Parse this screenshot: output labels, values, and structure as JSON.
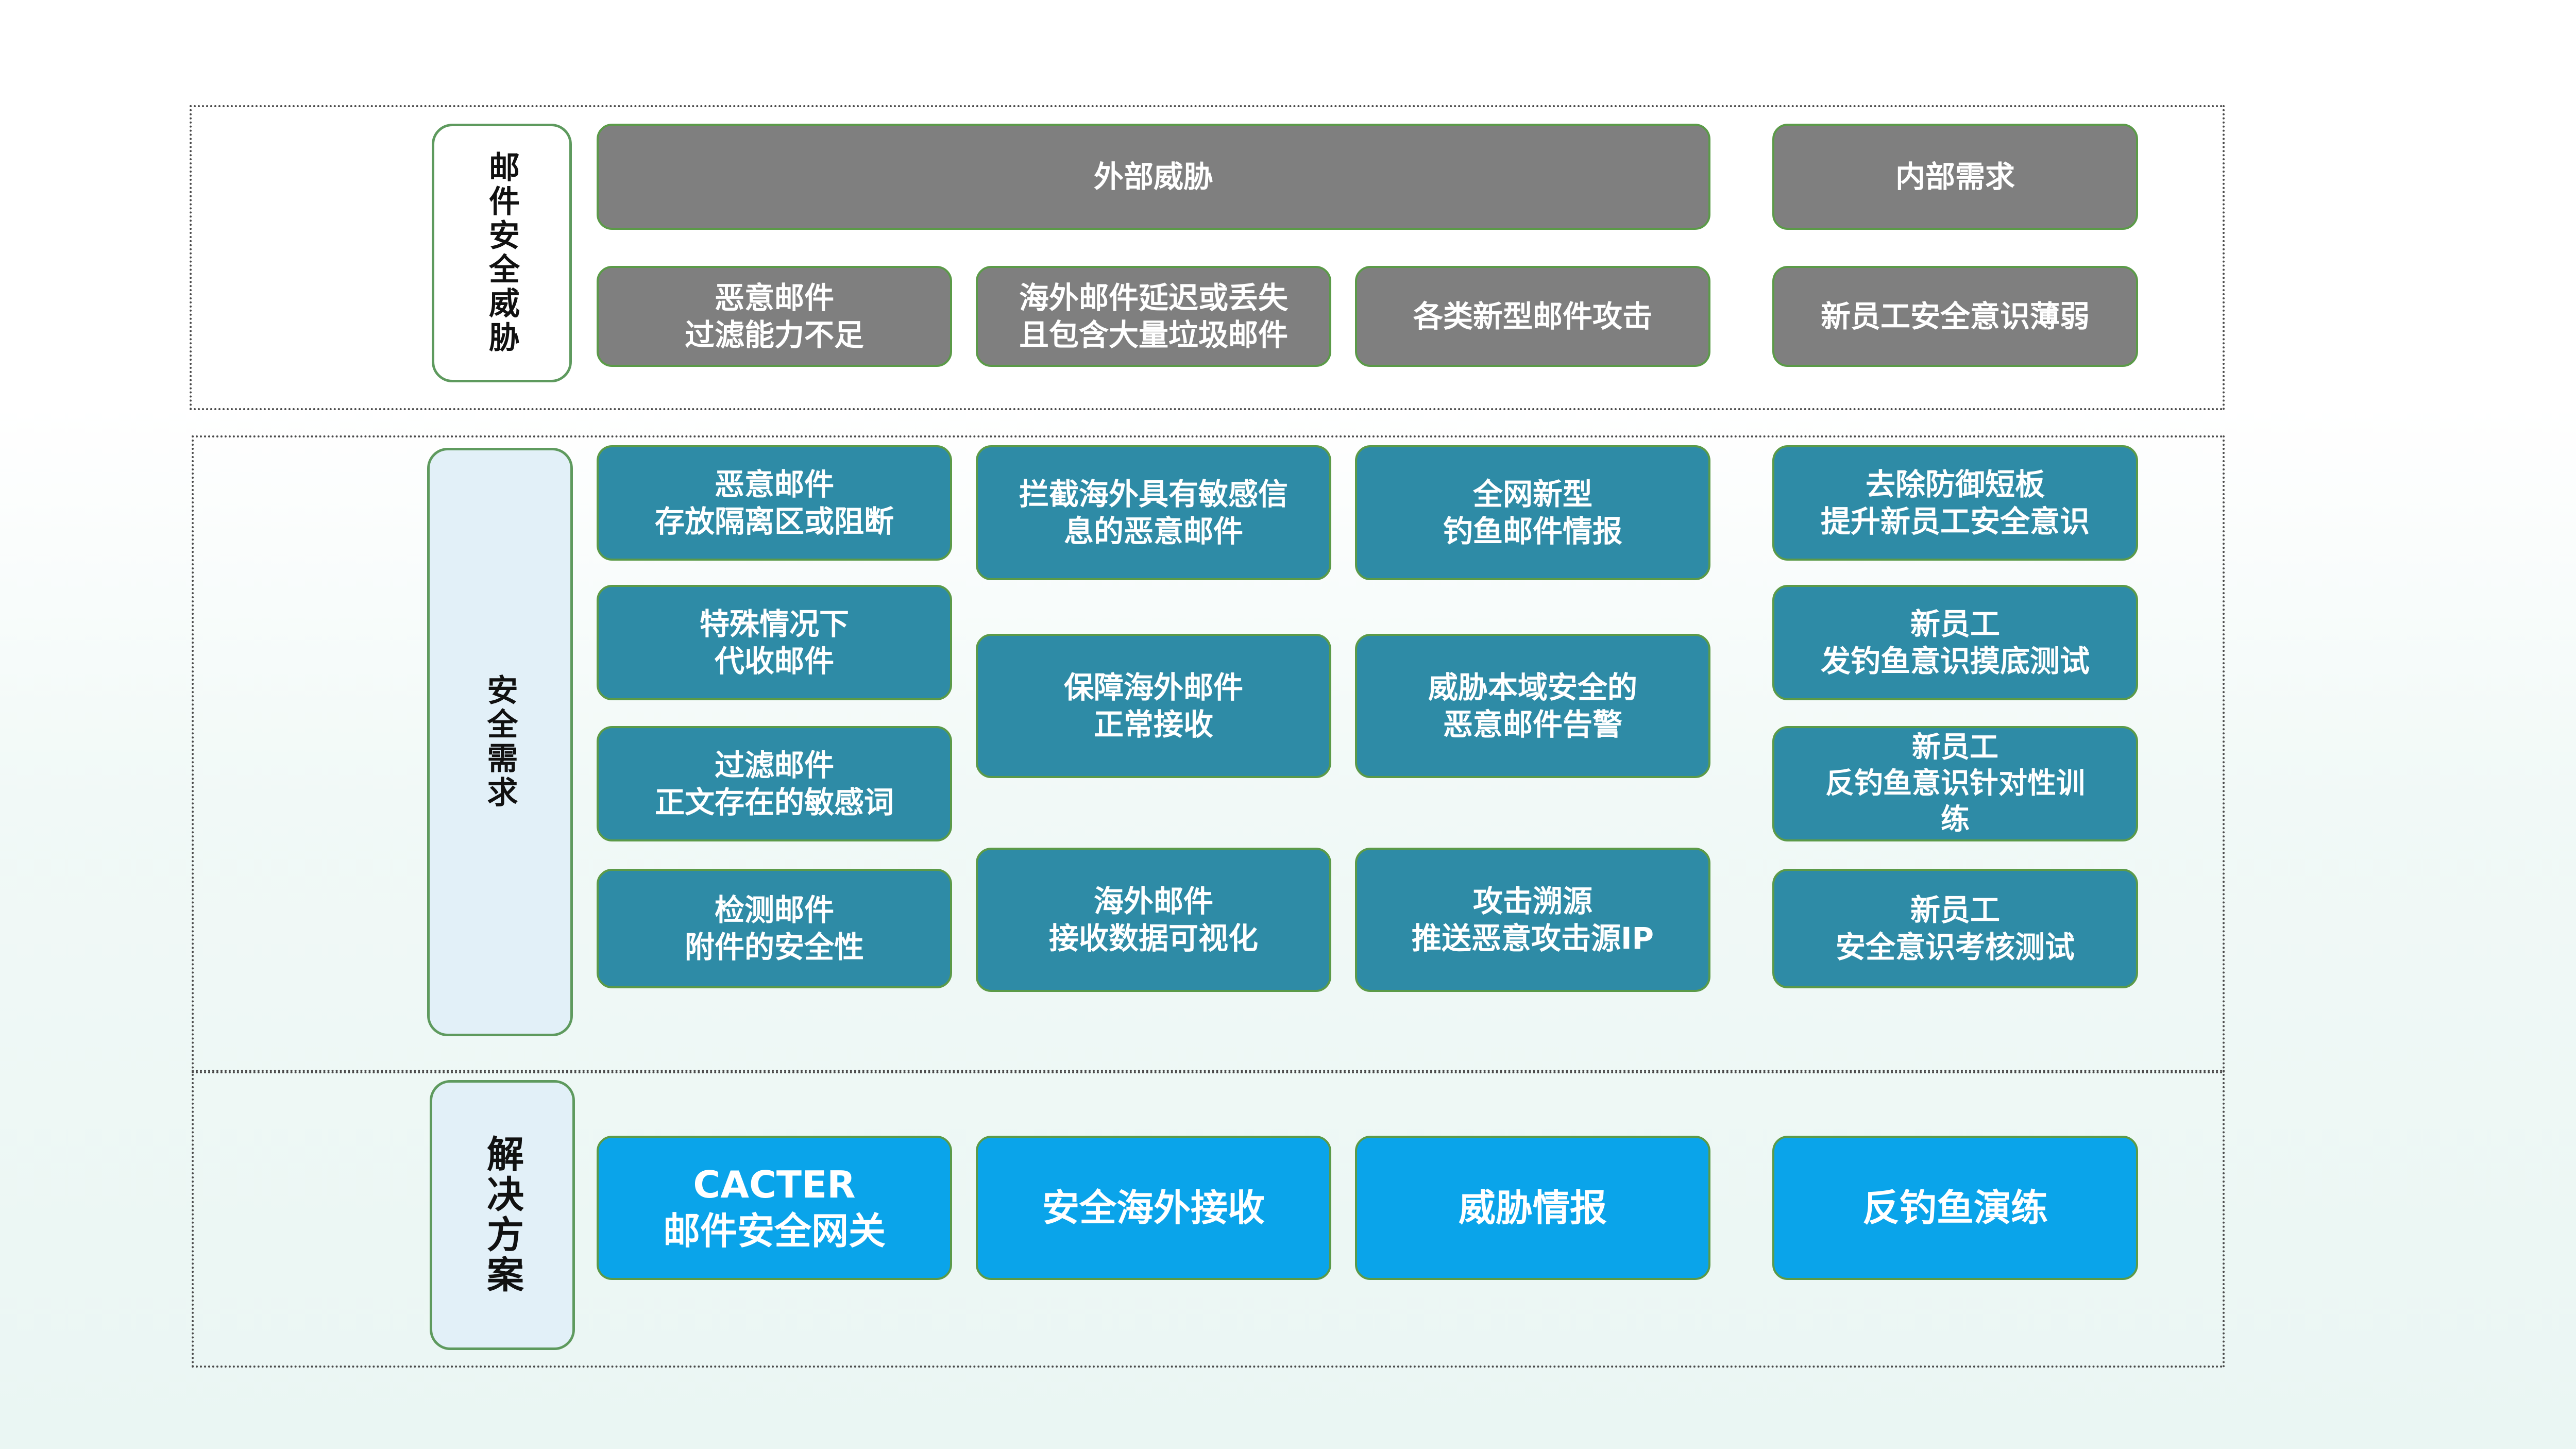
{
  "threats": {
    "label": "邮件安全威胁",
    "external_header": "外部威胁",
    "internal_header": "内部需求",
    "items": [
      "恶意邮件\n过滤能力不足",
      "海外邮件延迟或丢失\n且包含大量垃圾邮件",
      "各类新型邮件攻击",
      "新员工安全意识薄弱"
    ]
  },
  "requirements": {
    "label": "安全需求",
    "col1": [
      "恶意邮件\n存放隔离区或阻断",
      "特殊情况下\n代收邮件",
      "过滤邮件\n正文存在的敏感词",
      "检测邮件\n附件的安全性"
    ],
    "col2": [
      "拦截海外具有敏感信\n息的恶意邮件",
      "保障海外邮件\n正常接收",
      "海外邮件\n接收数据可视化"
    ],
    "col3": [
      "全网新型\n钓鱼邮件情报",
      "威胁本域安全的\n恶意邮件告警",
      "攻击溯源\n推送恶意攻击源IP"
    ],
    "col4": [
      "去除防御短板\n提升新员工安全意识",
      "新员工\n发钓鱼意识摸底测试",
      "新员工\n反钓鱼意识针对性训\n练",
      "新员工\n安全意识考核测试"
    ]
  },
  "solutions": {
    "label": "解决方案",
    "items": [
      "CACTER\n邮件安全网关",
      "安全海外接收",
      "威胁情报",
      "反钓鱼演练"
    ]
  },
  "colors": {
    "gray_box": "#7f7f7f",
    "teal_box": "#2e8ba6",
    "blue_box": "#0aa4ea",
    "border_green": "#5b9a48"
  }
}
